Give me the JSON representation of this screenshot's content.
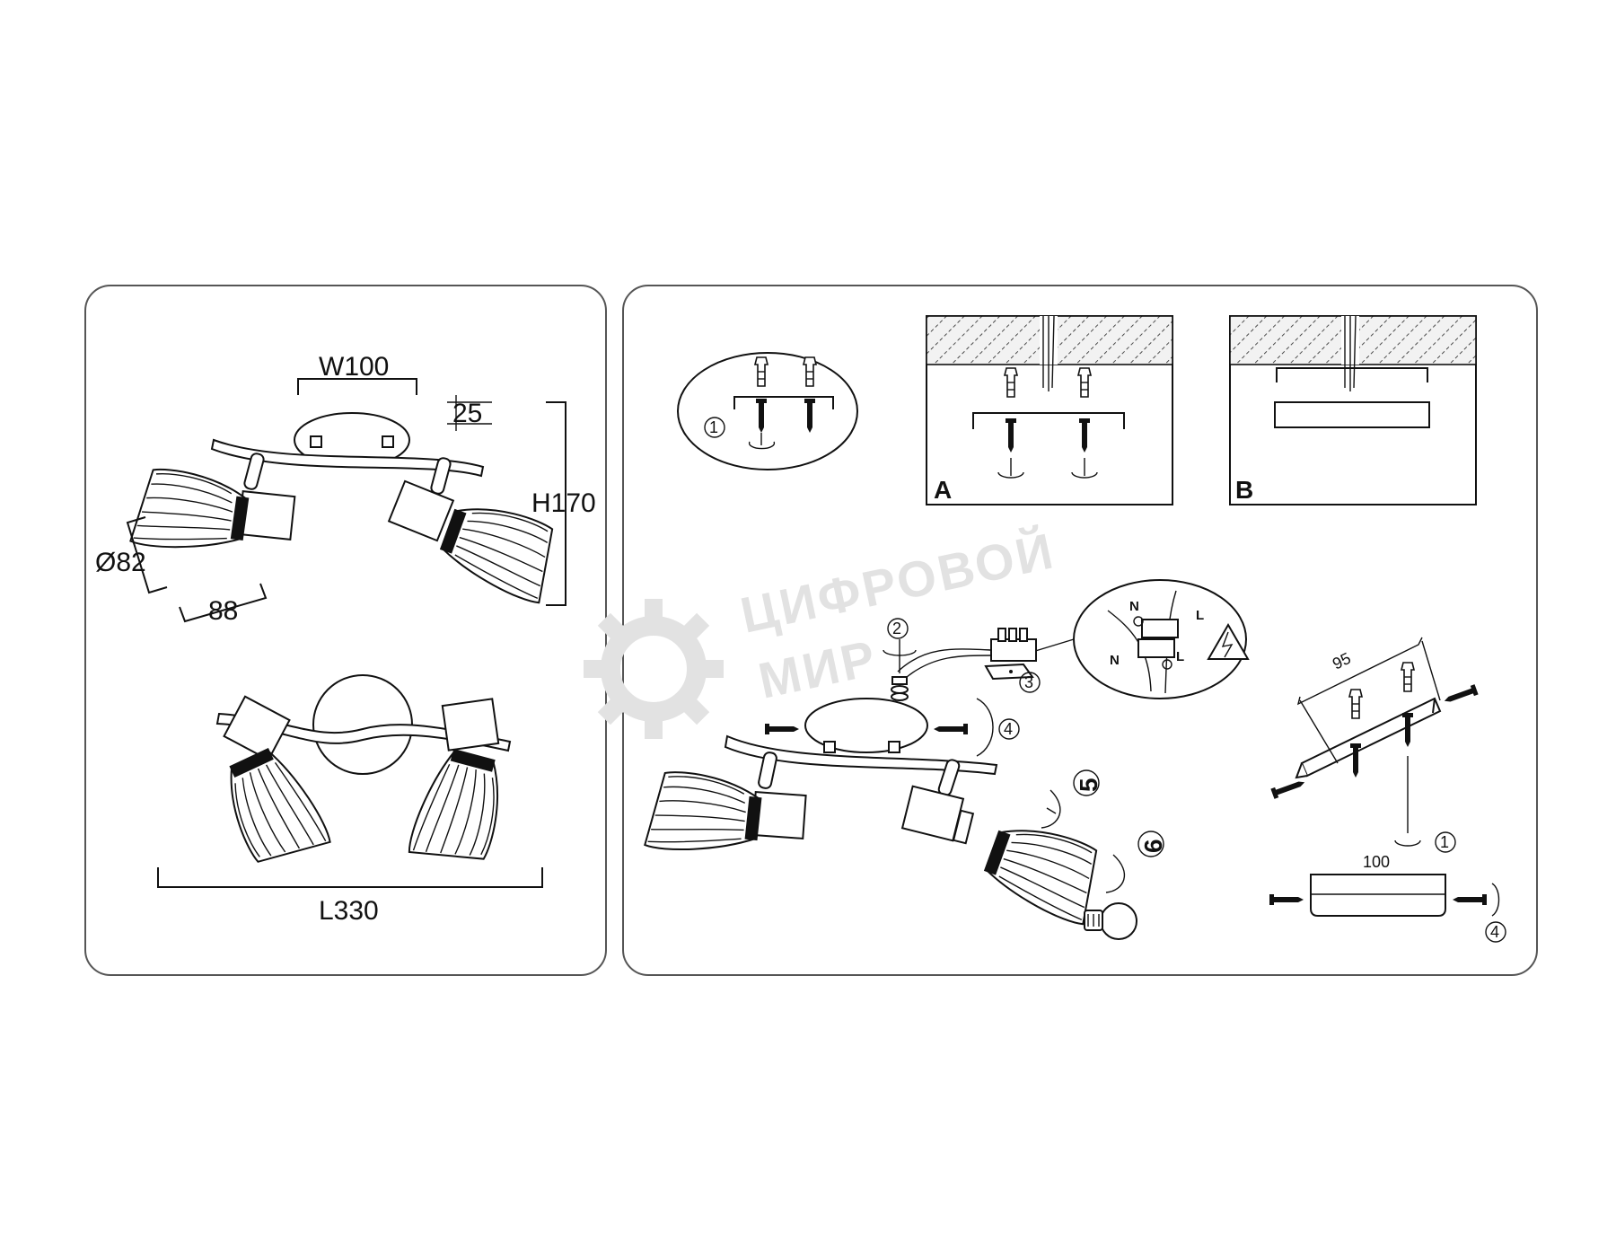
{
  "watermark": {
    "line1": "ЦИФРОВОЙ",
    "line2": "МИР"
  },
  "dimensions": {
    "width": "W100",
    "depth": "25",
    "height": "H170",
    "diameter": "Ø82",
    "shade_length": "88",
    "length": "L330"
  },
  "install": {
    "panel_a_label": "A",
    "panel_b_label": "B",
    "steps": [
      "1",
      "2",
      "3",
      "4",
      "5",
      "6"
    ],
    "wiring": {
      "neutral": "N",
      "live": "L"
    },
    "bracket_width": "95",
    "plate_width": "100"
  },
  "colors": {
    "line": "#111111",
    "border": "#555555",
    "watermark": "#e2e2e2"
  }
}
